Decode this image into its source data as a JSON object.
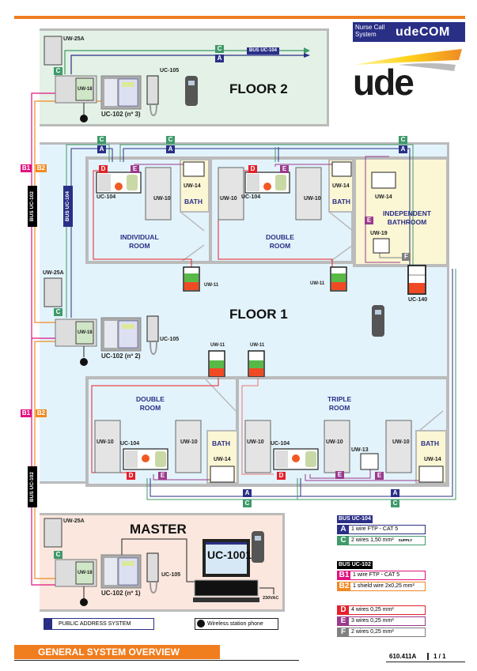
{
  "header": {
    "brand_box_line1": "Nurse Call",
    "brand_box_line2": "System",
    "brand_name": "udeCOM",
    "logo_text": "ude"
  },
  "floors": {
    "floor2": {
      "title": "FLOOR 2",
      "psu": "UW-25A",
      "interface": "UW-18",
      "console": "UC-102 (nº 3)",
      "handset": "UC-105",
      "bus_label": "BUS UC-104"
    },
    "floor1": {
      "title": "FLOOR 1",
      "psu": "UW-25A",
      "interface": "UW-18",
      "console": "UC-102 (nº 2)",
      "handset": "UC-105",
      "corridor_lamp": "UW-11",
      "bath_controller": "UC-140"
    },
    "master": {
      "title": "MASTER",
      "psu": "UW-25A",
      "interface": "UW-18",
      "console": "UC-102 (nº 1)",
      "handset": "UC-105",
      "pc": "UC-1001",
      "power": "230VAC"
    }
  },
  "rooms": [
    {
      "name_line1": "INDIVIDUAL",
      "name_line2": "ROOM",
      "unit": "UC-104",
      "bed_units": [
        "UW-10"
      ],
      "bath": "BATH",
      "bath_unit": "UW-14"
    },
    {
      "name_line1": "DOUBLE",
      "name_line2": "ROOM",
      "unit": "UC-104",
      "bed_units": [
        "UW-10",
        "UW-10"
      ],
      "bath": "BATH",
      "bath_unit": "UW-14"
    },
    {
      "name_line1": "INDEPENDENT",
      "name_line2": "BATHROOM",
      "bath_unit": "UW-14",
      "reset": "UW-19"
    },
    {
      "name_line1": "DOUBLE",
      "name_line2": "ROOM",
      "unit": "UC-104",
      "bed_units": [
        "UW-10",
        "UW-10"
      ],
      "bath": "BATH",
      "bath_unit": "UW-14"
    },
    {
      "name_line1": "TRIPLE",
      "name_line2": "ROOM",
      "unit": "UC-104",
      "bed_units": [
        "UW-10",
        "UW-10",
        "UW-10"
      ],
      "extra": "UW-13",
      "bath": "BATH",
      "bath_unit": "UW-14"
    }
  ],
  "wire_tags": {
    "A": "A",
    "B1": "B1",
    "B2": "B2",
    "C": "C",
    "D": "D",
    "E": "E",
    "F": "F"
  },
  "vertical_buses": {
    "uc102": "BUS UC-102",
    "uc104": "BUS UC-104"
  },
  "legend": {
    "bus104": {
      "title": "BUS UC-104",
      "rows": [
        {
          "key": "A",
          "text": "1 wire FTP - CAT 5",
          "color": "#2a2f86"
        },
        {
          "key": "C",
          "text": "2 wires 1,50 mm²",
          "extra": "SUPPLY",
          "color": "#3f9a6a"
        }
      ]
    },
    "bus102": {
      "title": "BUS UC-102",
      "rows": [
        {
          "key": "B1",
          "text": "1 wire FTP - CAT 5",
          "color": "#e0137f"
        },
        {
          "key": "B2",
          "text": "1 shield wire 2x0,25 mm²",
          "color": "#f08a24"
        }
      ]
    },
    "local": [
      {
        "key": "D",
        "text": "4 wires 0,25 mm²",
        "color": "#e4202a"
      },
      {
        "key": "E",
        "text": "3 wires 0,25 mm²",
        "color": "#9b3a8c"
      },
      {
        "key": "F",
        "text": "2 wires 0,25 mm²",
        "color": "#808080"
      }
    ],
    "public_address": "PUBLIC ADDRESS SYSTEM",
    "wireless": "Wireless station phone"
  },
  "footer": {
    "title": "GENERAL SYSTEM OVERVIEW",
    "doc_number": "610.411A",
    "page": "1 / 1"
  },
  "colors": {
    "orange": "#f07d1e",
    "navy": "#2a2f86",
    "green": "#3f9a6a",
    "magenta": "#e0137f",
    "red": "#e4202a",
    "purple": "#9b3a8c",
    "floor2_bg": "#e3f1e6",
    "floor1_bg": "#e3f3fb",
    "master_bg": "#fbe7de",
    "bath_bg": "#fbf6d4"
  }
}
